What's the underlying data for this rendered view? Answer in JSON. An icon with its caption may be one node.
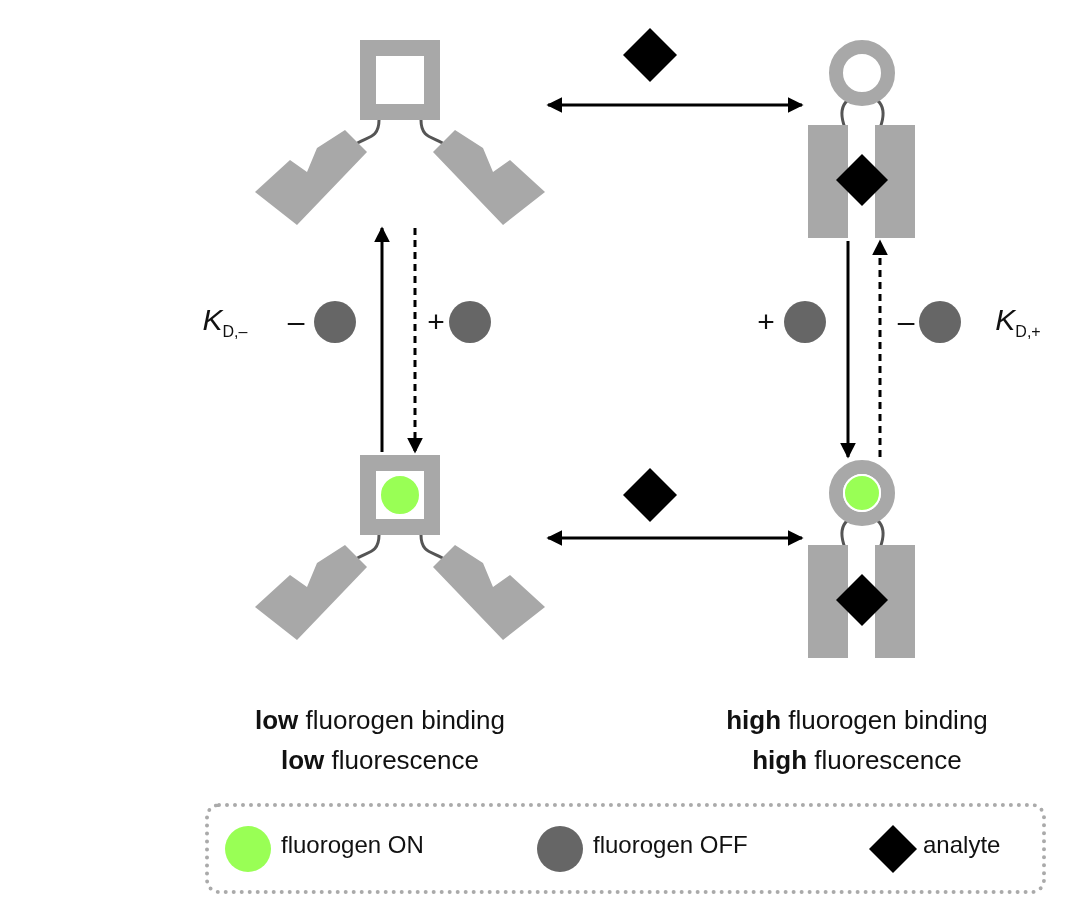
{
  "diagram": {
    "nodes": [
      {
        "text": [],
        "shape": "picture"
      },
      {
        "text": [],
        "shape": "picture"
      },
      {
        "text": [],
        "shape": "picture"
      },
      {
        "text": [],
        "shape": "picture"
      }
    ],
    "edges": [
      {
        "from": 0,
        "to": 1,
        "arrow": "both"
      },
      {
        "from": 2,
        "to": 0,
        "arrow": "to"
      },
      {
        "from": 0,
        "to": 2,
        "arrow": "to",
        "style": "dashed"
      },
      {
        "from": 1,
        "to": 3,
        "arrow": "to"
      },
      {
        "from": 3,
        "to": 1,
        "arrow": "to",
        "style": "dashed"
      },
      {
        "from": 2,
        "to": 3,
        "arrow": "both"
      }
    ],
    "labels": [
      "*K*$_{D,–}$",
      "–",
      "+",
      "+",
      "–",
      "*K*$_{D,+}$",
      "**low** fluorogen binding",
      "**high** fluorogen binding",
      "**low** fluorescence",
      "**high** fluorescence"
    ],
    "legend": [
      {
        "text": "fluorogen ON",
        "color": "#99ff55"
      },
      {
        "text": "fluorogen OFF",
        "color": "#666666"
      },
      {
        "text": "analyte"
      }
    ]
  }
}
